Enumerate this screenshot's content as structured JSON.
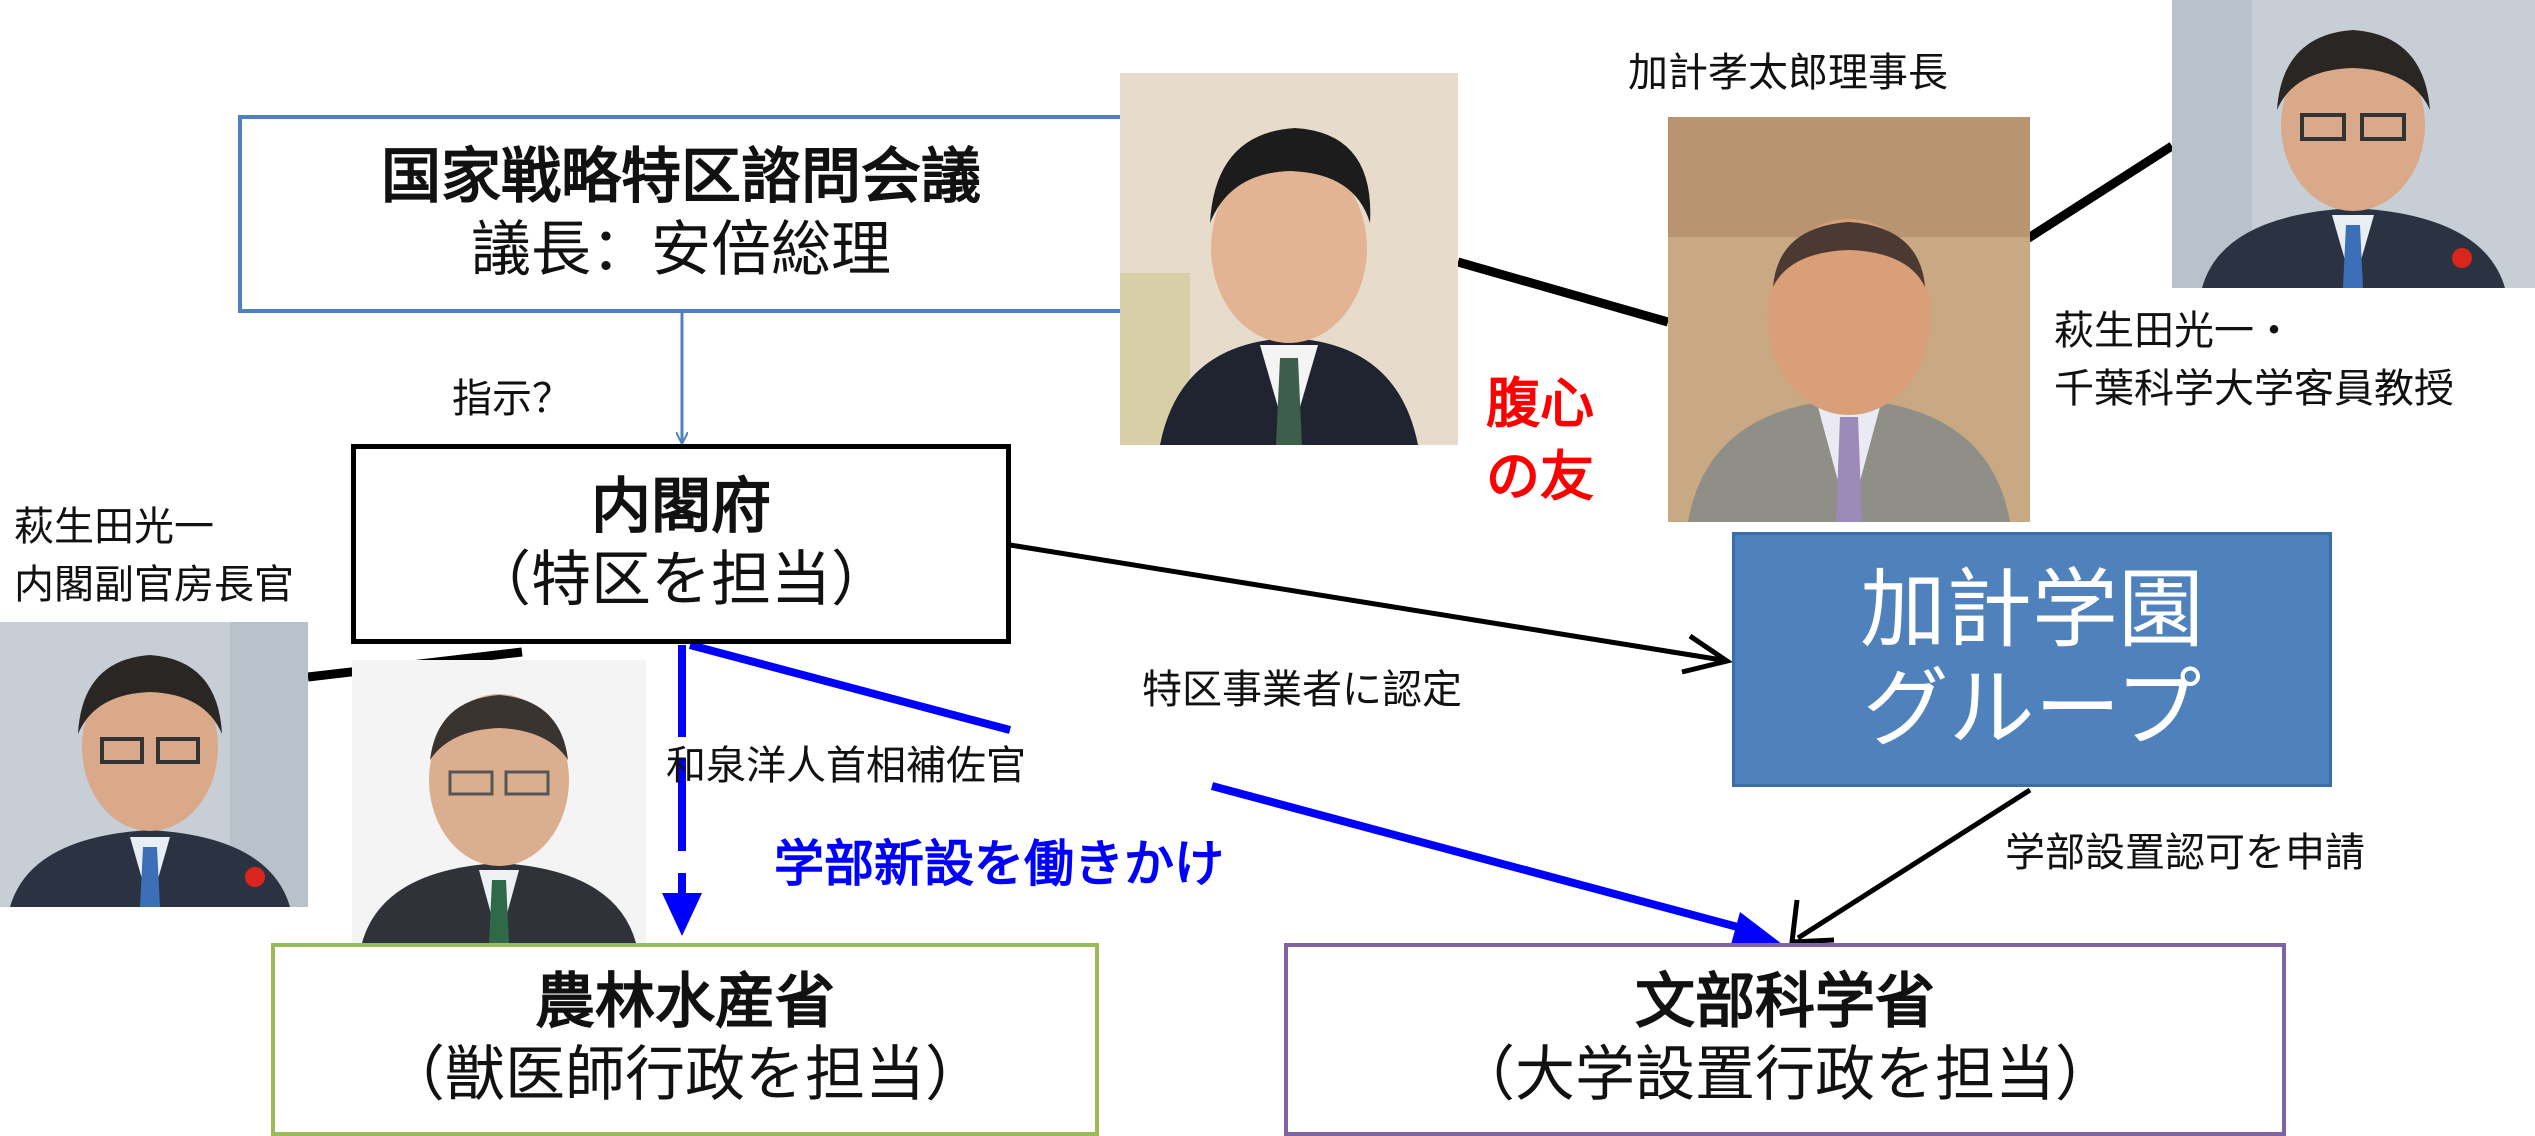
{
  "boxes": {
    "council_title": "国家戦略特区諮問会議",
    "council_chair": "議長：安倍総理",
    "cabinet_title": "内閣府",
    "cabinet_role": "（特区を担当）",
    "kake_line1": "加計学園",
    "kake_line2": "グループ",
    "maff_title": "農林水産省",
    "maff_role": "（獣医師行政を担当）",
    "mext_title": "文部科学省",
    "mext_role": "（大学設置行政を担当）"
  },
  "labels": {
    "instruction": "指示？",
    "hagiuda_left_1": "萩生田光一",
    "hagiuda_left_2": "内閣副官房長官",
    "kake_chairman": "加計孝太郎理事長",
    "hagiuda_right_1": "萩生田光一・",
    "hagiuda_right_2": "千葉科学大学客員教授",
    "close_friend_1": "腹心",
    "close_friend_2": "の友",
    "designation": "特区事業者に認定",
    "izumi": "和泉洋人首相補佐官",
    "pressure": "学部新設を働きかけ",
    "application": "学部設置認可を申請"
  },
  "colors": {
    "council_border": "#4f81bd",
    "kake_fill": "#4f81bd",
    "maff_border": "#9bbb59",
    "mext_border": "#8064a2",
    "blue_arrow": "#0000ff",
    "red_text": "#ff0000"
  }
}
